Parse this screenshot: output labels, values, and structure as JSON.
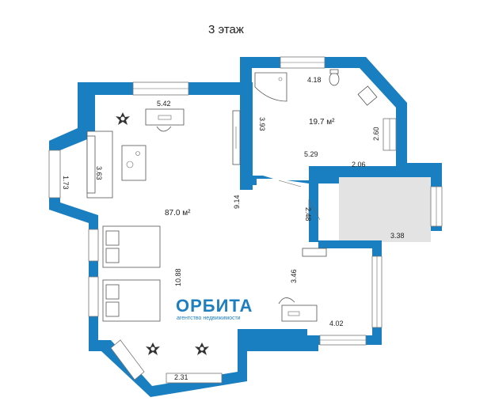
{
  "floor_title": "3 этаж",
  "areas": {
    "main_room": "87.0 м²",
    "bathroom": "19.7 м²"
  },
  "dimensions": {
    "d_5_42": "5.42",
    "d_1_73": "1.73",
    "d_3_63": "3.63",
    "d_9_14": "9.14",
    "d_10_88": "10.88",
    "d_2_31": "2.31",
    "d_4_18": "4.18",
    "d_3_93": "3.93",
    "d_5_29": "5.29",
    "d_2_60": "2.60",
    "d_2_06": "2.06",
    "d_2_48": "2.48",
    "d_3_38": "3.38",
    "d_3_46": "3.46",
    "d_4_02": "4.02"
  },
  "logo": {
    "name": "ОРБИТА",
    "tagline": "агентство недвижимости"
  },
  "colors": {
    "wall": "#1a7fc1",
    "room_fill": "#ffffff",
    "balcony_fill": "#e3e3e3",
    "logo": "#1e7fc0"
  },
  "icons": [
    "plant-icon",
    "shower-icon",
    "toilet-icon",
    "sink-icon",
    "bed-icon",
    "sofa-icon",
    "desk-icon",
    "chair-icon",
    "wardrobe-icon",
    "window-icon",
    "door-icon"
  ]
}
